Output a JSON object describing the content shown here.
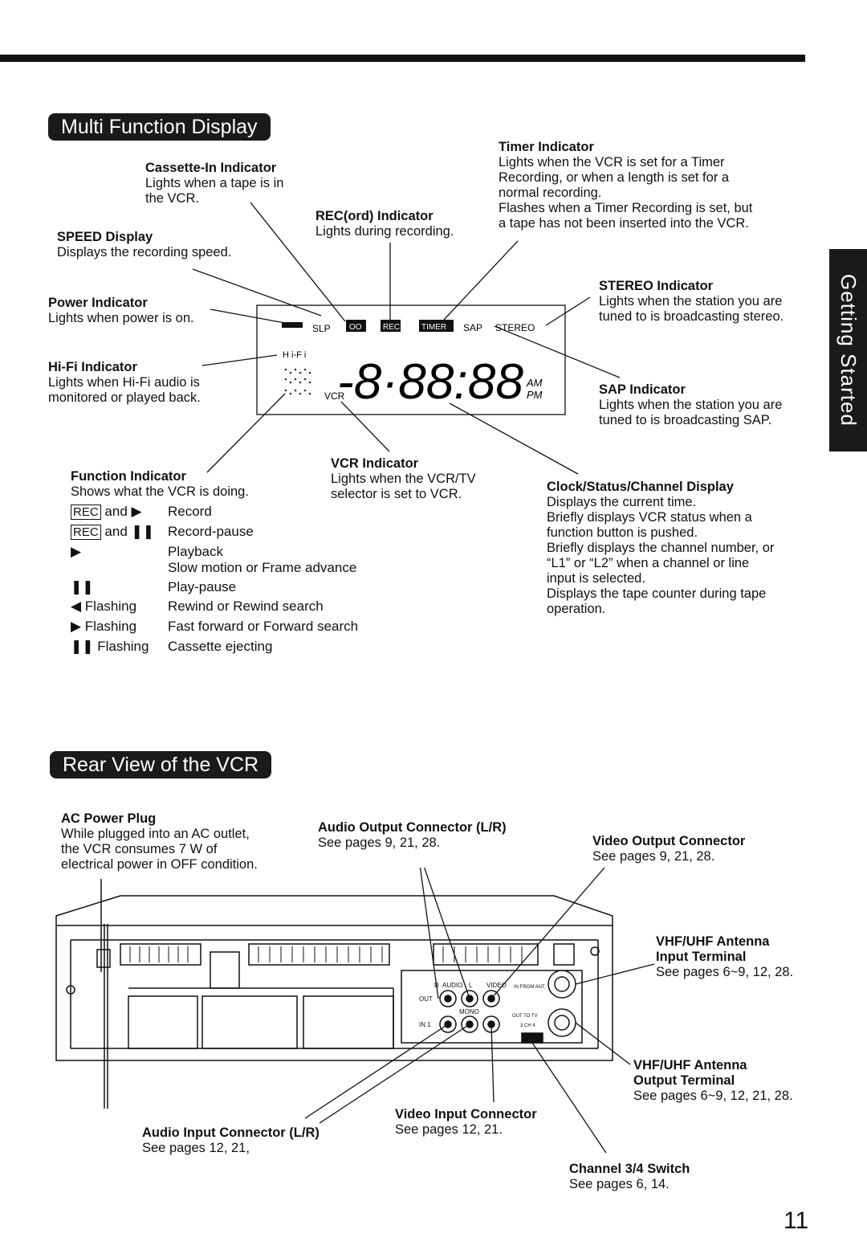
{
  "headings": {
    "multi_function": "Multi Function Display",
    "rear_view": "Rear View of the VCR"
  },
  "side_tab": "Getting Started",
  "display": {
    "cassette_in": {
      "title": "Cassette-In Indicator",
      "lines": [
        "Lights when a tape is in",
        "the VCR."
      ]
    },
    "speed": {
      "title": "SPEED Display",
      "lines": [
        "Displays the recording speed."
      ]
    },
    "power": {
      "title": "Power Indicator",
      "lines": [
        "Lights when power is on."
      ]
    },
    "hifi": {
      "title": "Hi-Fi Indicator",
      "lines": [
        "Lights when Hi-Fi audio is",
        "monitored or played back."
      ]
    },
    "record": {
      "title": "REC(ord) Indicator",
      "lines": [
        "Lights during recording."
      ]
    },
    "timer": {
      "title": "Timer Indicator",
      "lines": [
        "Lights when the VCR is set for a Timer",
        "Recording, or when a length is set for a",
        "normal recording.",
        "Flashes when a Timer Recording is set, but",
        "a tape has not been inserted into the VCR."
      ]
    },
    "stereo": {
      "title": "STEREO Indicator",
      "lines": [
        "Lights when the station you are",
        "tuned to is broadcasting stereo."
      ]
    },
    "sap": {
      "title": "SAP Indicator",
      "lines": [
        "Lights when the station you are",
        "tuned to is broadcasting SAP."
      ]
    },
    "vcr": {
      "title": "VCR Indicator",
      "lines": [
        "Lights when the VCR/TV",
        "selector is set to VCR."
      ]
    },
    "clock": {
      "title": "Clock/Status/Channel Display",
      "lines": [
        "Displays the current time.",
        "Briefly displays VCR status when a",
        "function button is pushed.",
        "Briefly displays the channel number, or",
        "“L1” or “L2” when a channel or line",
        "input is selected.",
        "Displays the tape counter during tape",
        "operation."
      ]
    },
    "function": {
      "title": "Function Indicator",
      "desc": "Shows what the VCR is doing."
    },
    "panel": {
      "slp": "SLP",
      "rec": "REC",
      "timer": "TIMER",
      "sap": "SAP",
      "stereo": "STEREO",
      "hifi": "H i-F i",
      "vcr": "VCR",
      "digits": "-8·88:88",
      "am": "AM",
      "pm": "PM"
    }
  },
  "function_table": [
    {
      "rec": "REC",
      "symbol": "and ▶",
      "meaning": "Record"
    },
    {
      "rec": "REC",
      "symbol": "and ❚❚",
      "meaning": "Record-pause"
    },
    {
      "rec": "",
      "symbol": "▶",
      "meaning": "Playback"
    },
    {
      "rec": "",
      "symbol": "",
      "meaning": "Slow motion or Frame advance"
    },
    {
      "rec": "",
      "symbol": "❚❚",
      "meaning": "Play-pause"
    },
    {
      "rec": "",
      "symbol": "◀ Flashing",
      "meaning": "Rewind or Rewind search"
    },
    {
      "rec": "",
      "symbol": "▶ Flashing",
      "meaning": "Fast forward or Forward search"
    },
    {
      "rec": "",
      "symbol": "❚❚ Flashing",
      "meaning": "Cassette ejecting"
    }
  ],
  "rear": {
    "ac_plug": {
      "title": "AC Power Plug",
      "lines": [
        "While plugged into an AC outlet,",
        "the VCR consumes 7 W of",
        "electrical power in OFF condition."
      ]
    },
    "audio_out": {
      "title": "Audio Output Connector (L/R)",
      "lines": [
        "See pages 9, 21, 28."
      ]
    },
    "video_out": {
      "title": "Video Output Connector",
      "lines": [
        "See pages 9, 21, 28."
      ]
    },
    "antenna_in": {
      "title_lines": [
        "VHF/UHF Antenna",
        "Input Terminal"
      ],
      "lines": [
        "See pages 6~9, 12, 28."
      ]
    },
    "antenna_out": {
      "title_lines": [
        "VHF/UHF Antenna",
        "Output Terminal"
      ],
      "lines": [
        "See pages 6~9, 12, 21, 28."
      ]
    },
    "video_in": {
      "title": "Video Input Connector",
      "lines": [
        "See pages 12, 21."
      ]
    },
    "audio_in": {
      "title": "Audio Input Connector (L/R)",
      "lines": [
        "See pages 12, 21,"
      ]
    },
    "channel_switch": {
      "title": "Channel 3/4 Switch",
      "lines": [
        "See pages 6, 14."
      ]
    },
    "jack_labels": {
      "r": "R",
      "audio": "AUDIO",
      "l": "L",
      "video": "VIDEO",
      "out": "OUT",
      "in1": "IN 1",
      "mono": "MONO",
      "from_ant": "IN FROM ANT.",
      "out_to_tv": "OUT TO TV",
      "ch": "3 CH 4"
    }
  },
  "page_number": "11"
}
